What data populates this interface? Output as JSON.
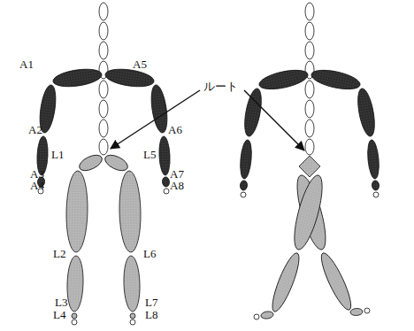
{
  "diagram": {
    "labels": [
      "A1",
      "A2",
      "A3",
      "A4",
      "A5",
      "A6",
      "A7",
      "A8",
      "L1",
      "L2",
      "L3",
      "L4",
      "L5",
      "L6",
      "L7",
      "L8",
      "ルート"
    ]
  }
}
